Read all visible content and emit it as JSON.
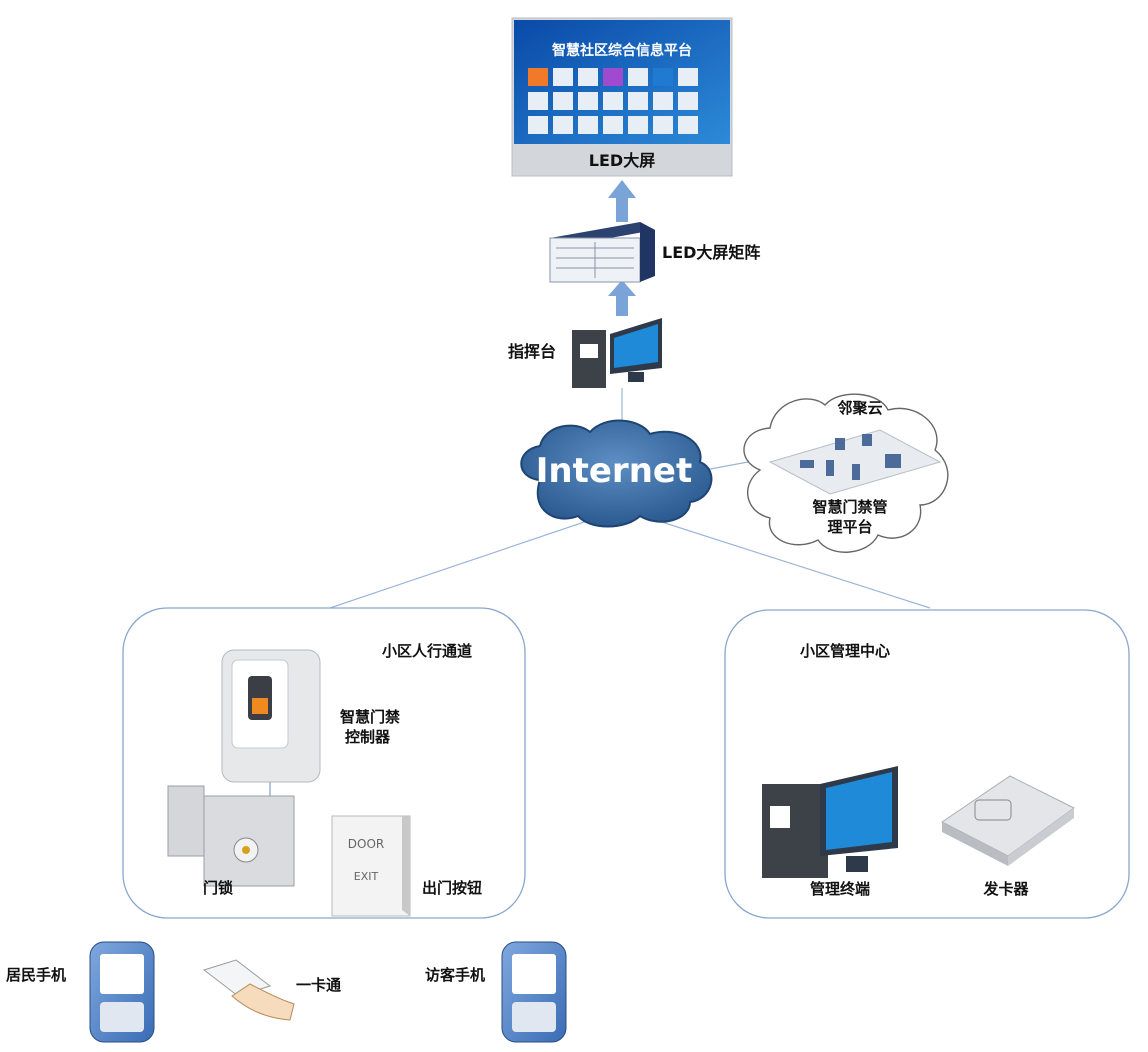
{
  "led_screen": {
    "label": "LED大屏",
    "screen_title": "智慧社区综合信息平台"
  },
  "matrix": {
    "label": "LED大屏矩阵"
  },
  "console": {
    "label": "指挥台"
  },
  "internet": {
    "label": "Internet"
  },
  "cloud": {
    "name": "邻聚云",
    "platform_line1": "智慧门禁管",
    "platform_line2": "理平台"
  },
  "passage": {
    "title": "小区人行通道",
    "controller_line1": "智慧门禁",
    "controller_line2": "控制器",
    "lock": "门锁",
    "exit_button": "出门按钮",
    "door_text": "DOOR",
    "exit_text": "EXIT"
  },
  "management": {
    "title": "小区管理中心",
    "terminal": "管理终端",
    "card_issuer": "发卡器"
  },
  "bottom": {
    "resident_phone": "居民手机",
    "card": "一卡通",
    "visitor_phone": "访客手机"
  },
  "colors": {
    "arrow": "#7aa3d8",
    "cloud_blue": "#3d6ea5",
    "box_border": "#8aa6cc",
    "line": "#9cb6d8"
  }
}
